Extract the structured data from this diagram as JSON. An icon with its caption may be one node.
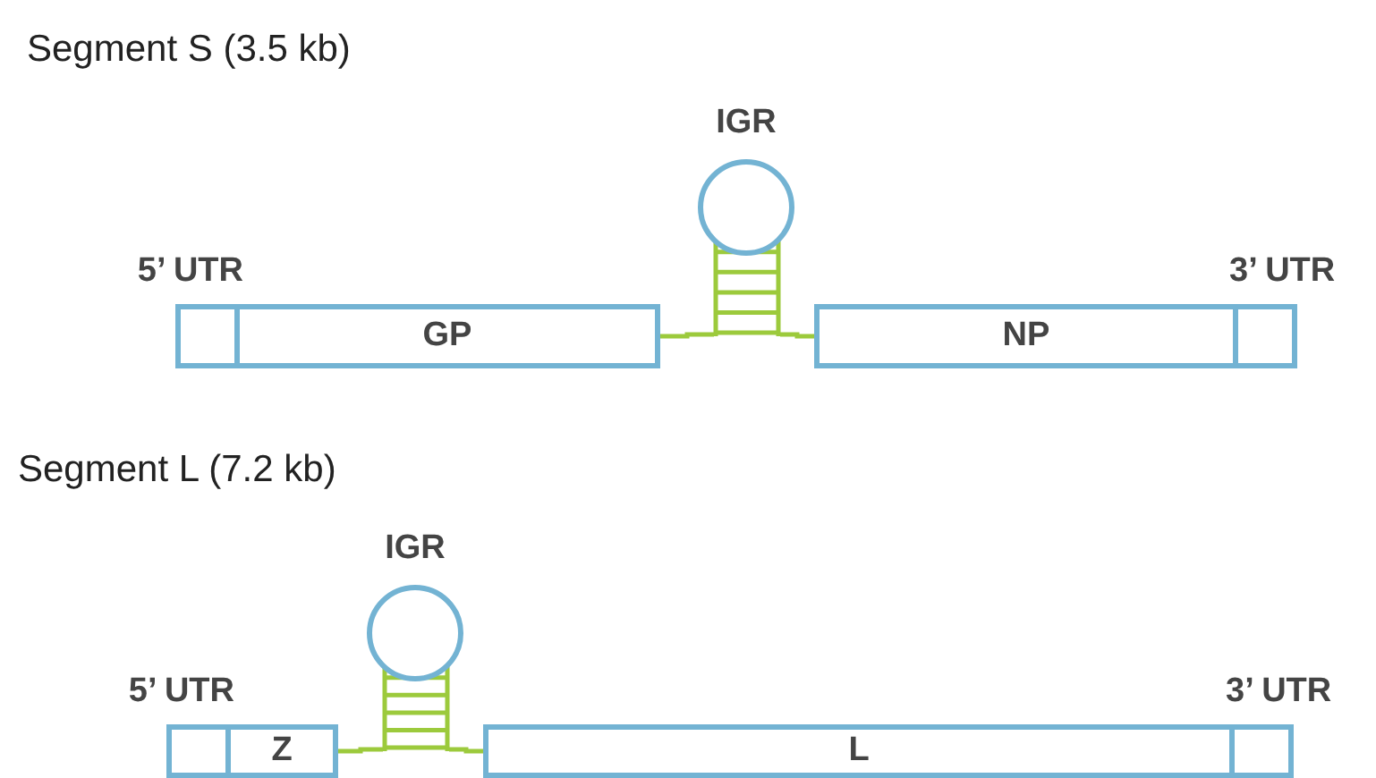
{
  "diagram": {
    "nodes": [
      {
        "text": [
          "5’ UTR"
        ]
      },
      {
        "text": [
          "GP"
        ]
      },
      {
        "text": [
          "IGR"
        ]
      },
      {
        "text": [
          "NP"
        ]
      },
      {
        "text": [
          "3’ UTR"
        ]
      },
      {
        "text": [
          "5’ UTR"
        ]
      },
      {
        "text": [
          "Z"
        ]
      },
      {
        "text": [
          "IGR"
        ]
      },
      {
        "text": [
          "L"
        ]
      },
      {
        "text": [
          "3’ UTR"
        ]
      }
    ],
    "edges": [
      {
        "from": 1,
        "to": 2,
        "arrow": "none"
      },
      {
        "from": 2,
        "to": 3,
        "arrow": "none"
      },
      {
        "from": 6,
        "to": 7,
        "arrow": "none"
      },
      {
        "from": 7,
        "to": 8,
        "arrow": "none"
      }
    ],
    "labels": [
      "Segment S (3.5 kb)",
      "Segment L (7.2 kb)"
    ]
  }
}
